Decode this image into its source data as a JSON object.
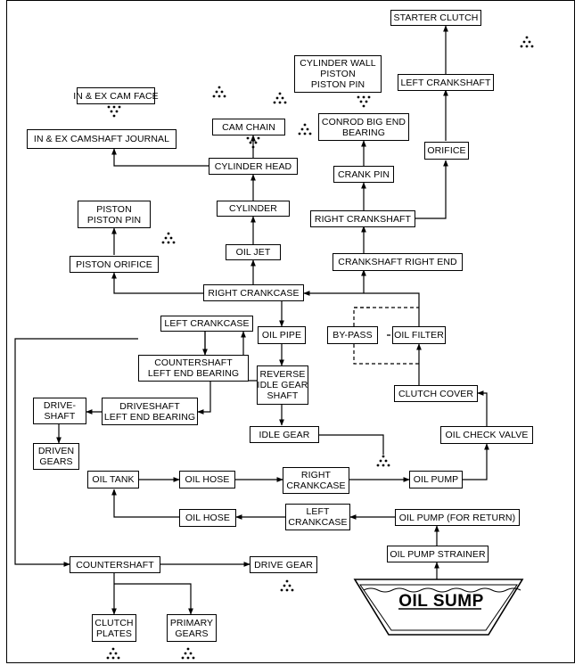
{
  "diagram": {
    "nodes": {
      "starter_clutch": [
        "STARTER CLUTCH"
      ],
      "left_crankshaft": [
        "LEFT CRANKSHAFT"
      ],
      "orifice": [
        "ORIFICE"
      ],
      "cylinder_wall": [
        "CYLINDER WALL",
        "PISTON",
        "PISTON PIN"
      ],
      "conrod": [
        "CONROD BIG END",
        "BEARING"
      ],
      "crank_pin": [
        "CRANK PIN"
      ],
      "right_crankshaft": [
        "RIGHT CRANKSHAFT"
      ],
      "crankshaft_right_end": [
        "CRANKSHAFT RIGHT END"
      ],
      "cam_face": [
        "IN & EX CAM FACE"
      ],
      "camshaft_journal": [
        "IN & EX CAMSHAFT JOURNAL"
      ],
      "cam_chain": [
        "CAM CHAIN"
      ],
      "cylinder_head": [
        "CYLINDER HEAD"
      ],
      "cylinder": [
        "CYLINDER"
      ],
      "oil_jet": [
        "OIL JET"
      ],
      "piston_pin": [
        "PISTON",
        "PISTON PIN"
      ],
      "piston_orifice": [
        "PISTON ORIFICE"
      ],
      "right_crankcase": [
        "RIGHT CRANKCASE"
      ],
      "left_crankcase": [
        "LEFT CRANKCASE"
      ],
      "oil_pipe": [
        "OIL PIPE"
      ],
      "bypass": [
        "BY-PASS"
      ],
      "oil_filter": [
        "OIL FILTER"
      ],
      "countershaft_bearing": [
        "COUNTERSHAFT",
        "LEFT END BEARING"
      ],
      "reverse_idle": [
        "REVERSE",
        "IDLE GEAR",
        "SHAFT"
      ],
      "driveshaft_bearing": [
        "DRIVESHAFT",
        "LEFT END BEARING"
      ],
      "drive_shaft": [
        "DRIVE-",
        "SHAFT"
      ],
      "clutch_cover": [
        "CLUTCH COVER"
      ],
      "idle_gear": [
        "IDLE GEAR"
      ],
      "driven_gears": [
        "DRIVEN",
        "GEARS"
      ],
      "oil_check_valve": [
        "OIL CHECK VALVE"
      ],
      "oil_tank": [
        "OIL TANK"
      ],
      "oil_hose_1": [
        "OIL HOSE"
      ],
      "right_crankcase_2": [
        "RIGHT",
        "CRANKCASE"
      ],
      "oil_pump": [
        "OIL PUMP"
      ],
      "oil_hose_2": [
        "OIL HOSE"
      ],
      "left_crankcase_2": [
        "LEFT",
        "CRANKCASE"
      ],
      "oil_pump_return": [
        "OIL PUMP (FOR RETURN)"
      ],
      "oil_pump_strainer": [
        "OIL PUMP STRAINER"
      ],
      "countershaft": [
        "COUNTERSHAFT"
      ],
      "drive_gear": [
        "DRIVE GEAR"
      ],
      "clutch_plates": [
        "CLUTCH",
        "PLATES"
      ],
      "primary_gears": [
        "PRIMARY",
        "GEARS"
      ]
    },
    "sump_label": "OIL SUMP"
  }
}
